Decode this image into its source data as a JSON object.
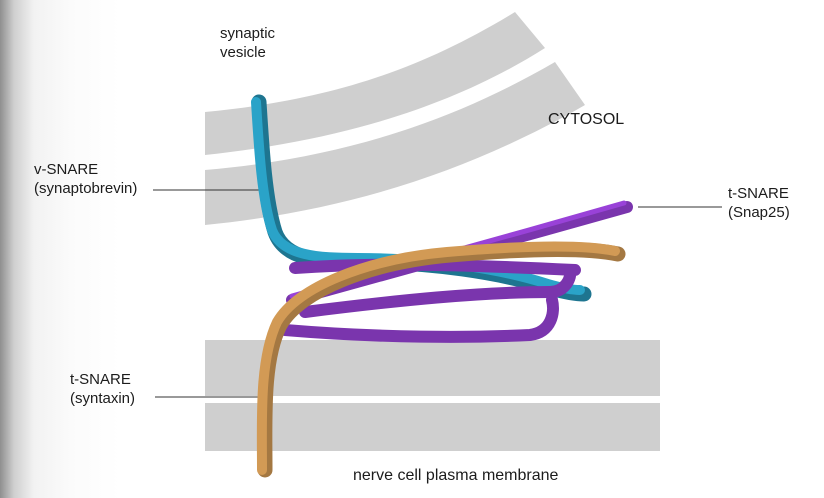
{
  "labels": {
    "vesicle": [
      "synaptic",
      "vesicle"
    ],
    "cytosol": "CYTOSOL",
    "v_snare": [
      "v-SNARE",
      "(synaptobrevin)"
    ],
    "t_snare_snap25": [
      "t-SNARE",
      "(Snap25)"
    ],
    "t_snare_syntaxin": [
      "t-SNARE",
      "(syntaxin)"
    ],
    "membrane": "nerve cell plasma membrane"
  },
  "colors": {
    "membrane": "#cfcfcf",
    "membrane_gap": "#f4f4f4",
    "synaptobrevin": "#2aa3c8",
    "snap25": "#7a35ad",
    "syntaxin": "#d29a55"
  }
}
